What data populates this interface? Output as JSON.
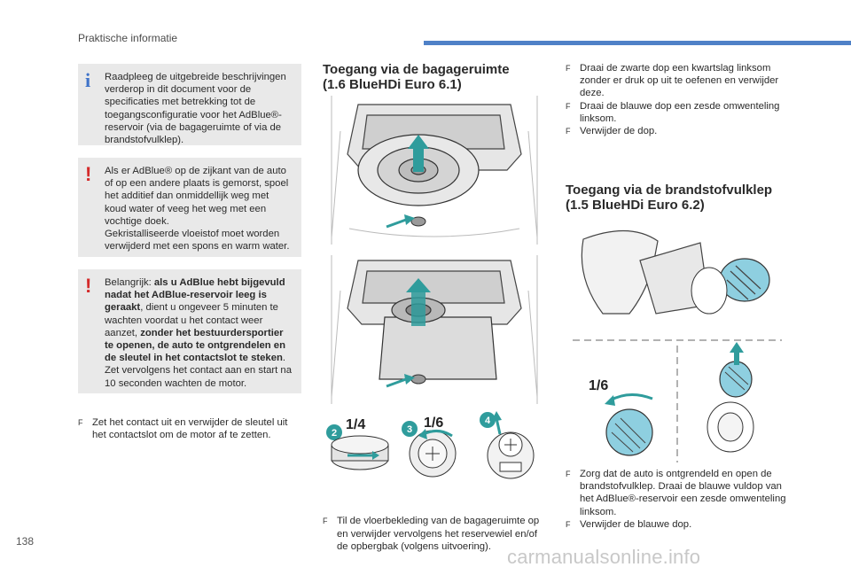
{
  "header": {
    "section": "Praktische informatie"
  },
  "page_number": "138",
  "watermark": "carmanualsonline.info",
  "left": {
    "info_box": {
      "icon": "info-icon",
      "text": "Raadpleeg de uitgebreide beschrijvingen verderop in dit document voor de specificaties met betrekking tot de toegangsconfiguratie voor het AdBlue®-reservoir (via de bagageruimte of via de brandstofvulklep)."
    },
    "warning_box_1": {
      "icon": "warning-icon",
      "line1": "Als er AdBlue® op de zijkant van de auto of op een andere plaats is gemorst, spoel het additief dan onmiddellijk weg met koud water of veeg het weg met een vochtige doek.",
      "line2": "Gekristalliseerde vloeistof moet worden verwijderd met een spons en warm water."
    },
    "warning_box_2": {
      "icon": "warning-icon",
      "t1": "Belangrijk: ",
      "b1": "als u AdBlue hebt bijgevuld nadat het AdBlue-reservoir leeg is geraakt",
      "t2": ", dient u ongeveer 5 minuten te wachten voordat u het contact weer aanzet, ",
      "b2": "zonder het bestuurdersportier te openen, de auto te ontgrendelen en de sleutel in het contactslot te steken",
      "t3": ".",
      "line2": "Zet vervolgens het contact aan en start na 10 seconden wachten de motor."
    },
    "step": "Zet het contact uit en verwijder de sleutel uit het contactslot om de motor af te zetten."
  },
  "middle": {
    "title_line1": "Toegang via de bagageruimte",
    "title_line2": "(1.6 BlueHDi Euro 6.1)",
    "fig_labels": {
      "step2": "2",
      "step3": "3",
      "step4": "4",
      "quarter": "1/4",
      "sixth": "1/6"
    },
    "step": "Til de vloerbekleding van de bagageruimte op en verwijder vervolgens het reservewiel en/of de opbergbak (volgens uitvoering)."
  },
  "right": {
    "steps_top": [
      "Draai de zwarte dop een kwartslag linksom zonder er druk op uit te oefenen en verwijder deze.",
      "Draai de blauwe dop een zesde omwenteling linksom.",
      "Verwijder de dop."
    ],
    "title_line1": "Toegang via de brandstofvulklep",
    "title_line2": "(1.5 BlueHDi Euro 6.2)",
    "fig_label": "1/6",
    "steps_bottom": [
      "Zorg dat de auto is ontgrendeld en open de brandstofvulklep. Draai de blauwe vuldop van het AdBlue®-reservoir een zesde omwenteling linksom.",
      "Verwijder de blauwe dop."
    ]
  },
  "colors": {
    "accent_blue": "#4f81c7",
    "warning_red": "#d42a2a",
    "cap_blue": "#8ecfe0",
    "arrow_teal": "#2f9c9c"
  }
}
